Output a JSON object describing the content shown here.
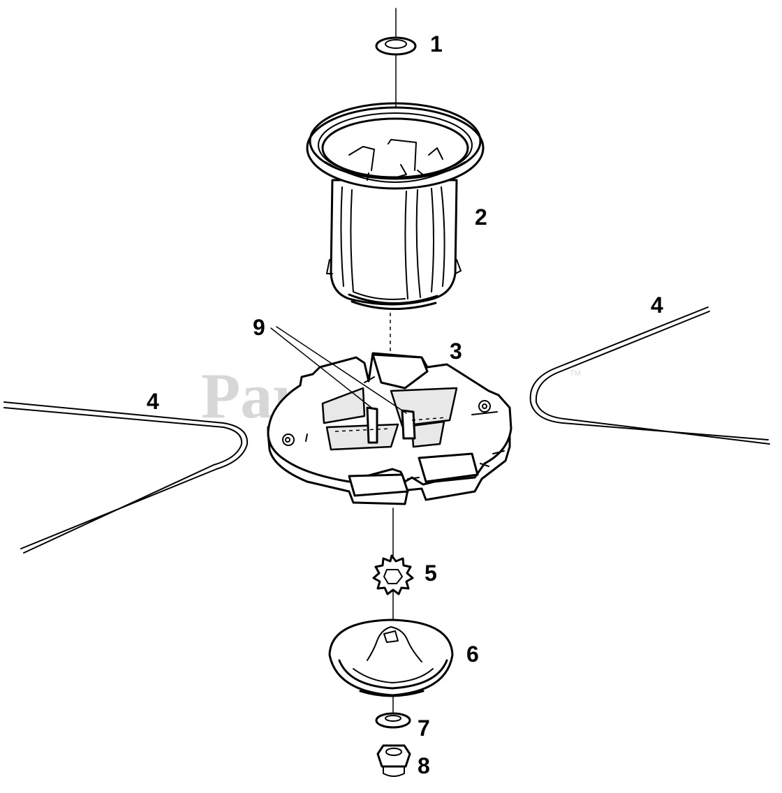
{
  "watermark": {
    "text": "PartsTree",
    "trademark": "TM"
  },
  "callouts": {
    "c1": "1",
    "c2": "2",
    "c3": "3",
    "c4a": "4",
    "c4b": "4",
    "c5": "5",
    "c6": "6",
    "c7": "7",
    "c8": "8",
    "c9": "9"
  }
}
